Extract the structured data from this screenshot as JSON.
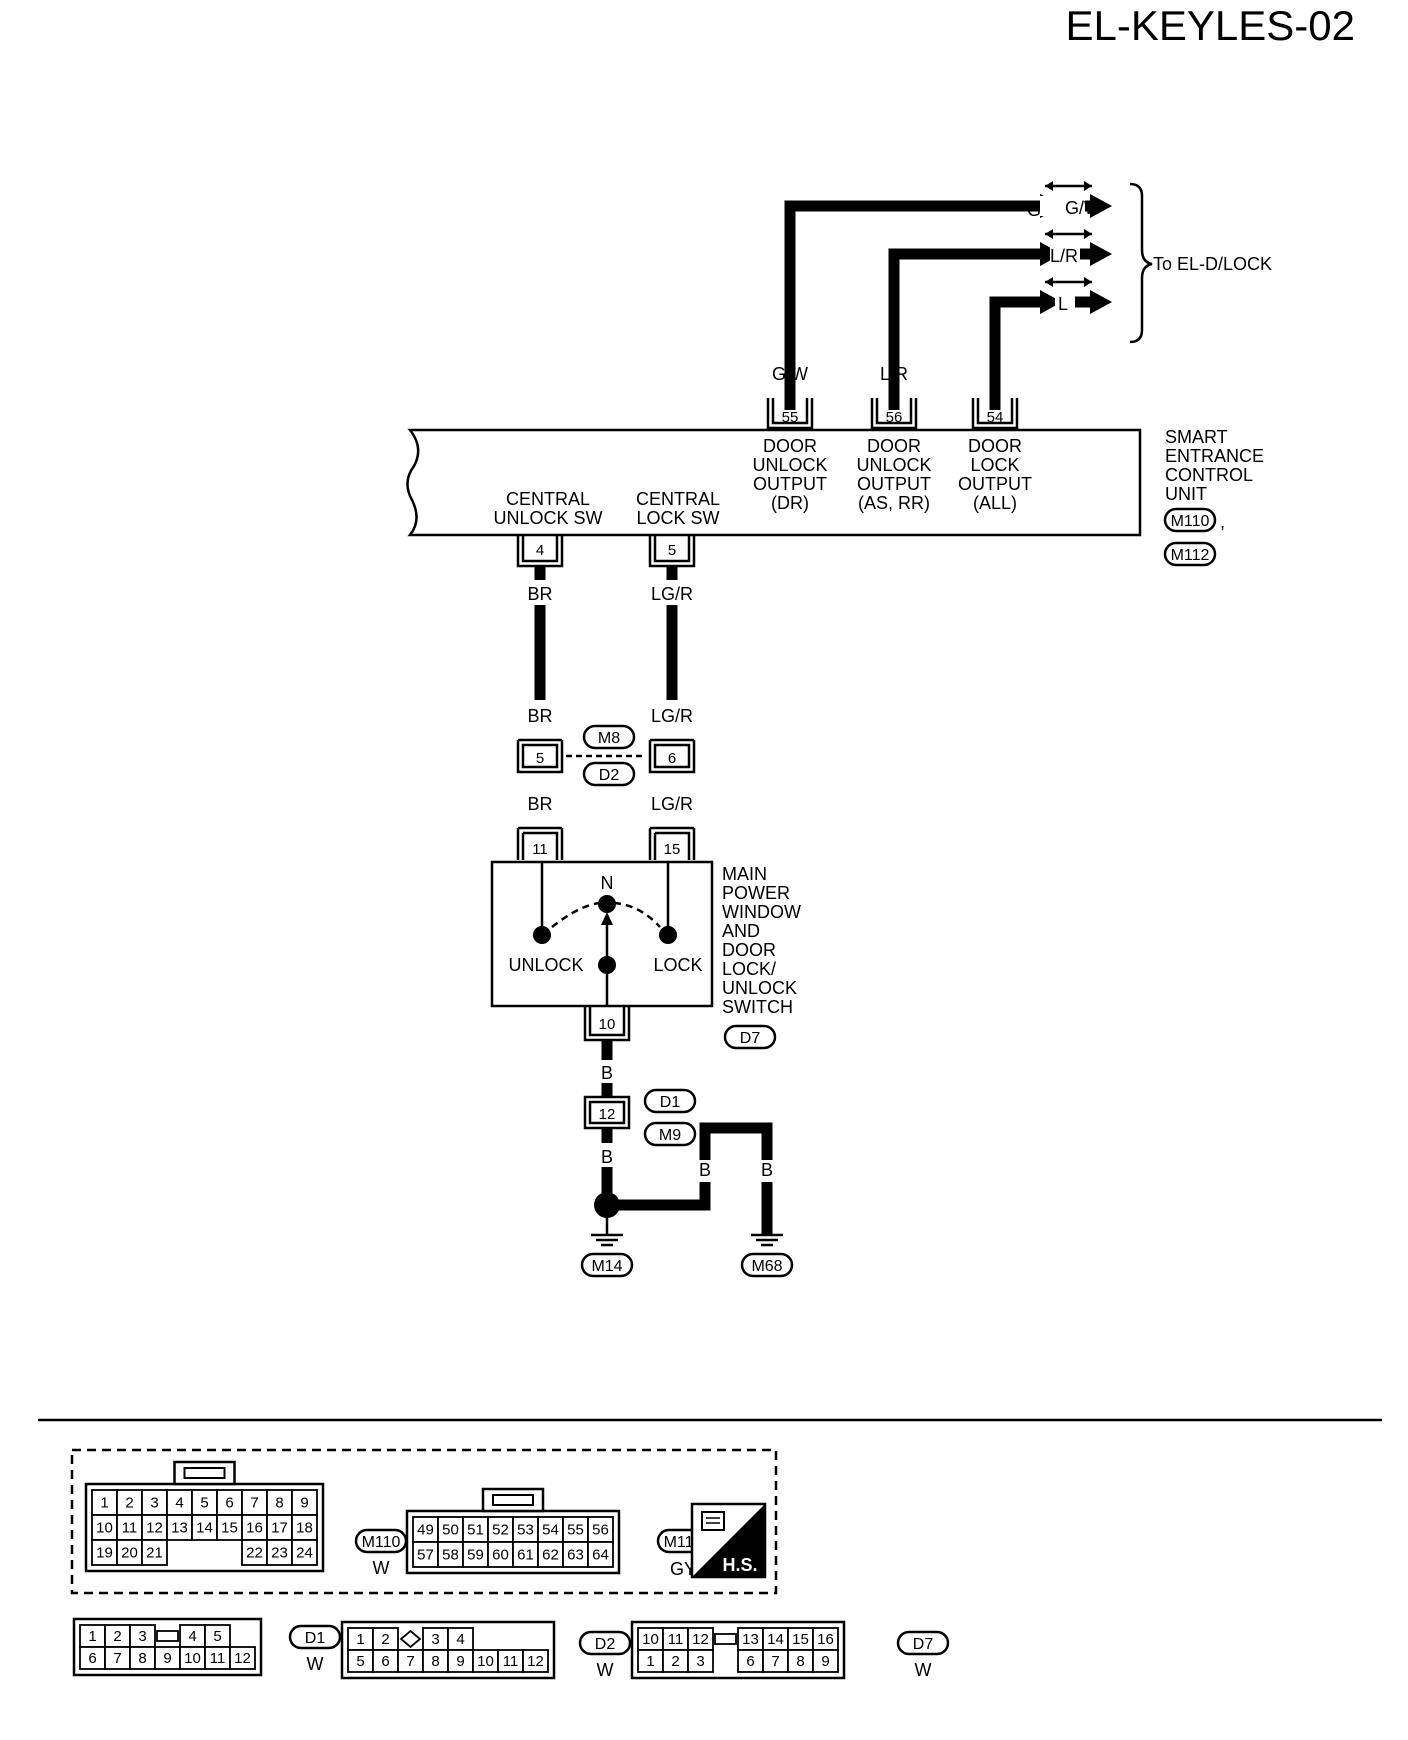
{
  "page_code": "EL-KEYLES-02",
  "destination": "To EL-D/LOCK",
  "output_wires": [
    {
      "color": "G/W",
      "pin": "55",
      "function": [
        "DOOR",
        "UNLOCK",
        "OUTPUT",
        "(DR)"
      ]
    },
    {
      "color": "L/R",
      "pin": "56",
      "function": [
        "DOOR",
        "UNLOCK",
        "OUTPUT",
        "(AS, RR)"
      ]
    },
    {
      "color": "L",
      "pin": "54",
      "function": [
        "DOOR",
        "LOCK",
        "OUTPUT",
        "(ALL)"
      ]
    }
  ],
  "control_unit": {
    "name_lines": [
      "SMART",
      "ENTRANCE",
      "CONTROL",
      "UNIT"
    ],
    "connectors": [
      "M110",
      "M112"
    ],
    "comma": ","
  },
  "input_pins": [
    {
      "label": [
        "CENTRAL",
        "UNLOCK SW"
      ],
      "pin": "4",
      "wire": "BR"
    },
    {
      "label": [
        "CENTRAL",
        "LOCK SW"
      ],
      "pin": "5",
      "wire": "LG/R"
    }
  ],
  "junction": {
    "connectors": [
      "M8",
      "D2"
    ],
    "left": {
      "upper_wire": "BR",
      "pin": "5",
      "lower_wire": "BR"
    },
    "right": {
      "upper_wire": "LG/R",
      "pin": "6",
      "lower_wire": "LG/R"
    }
  },
  "switch": {
    "name_lines": [
      "MAIN",
      "POWER",
      "WINDOW",
      "AND",
      "DOOR",
      "LOCK/",
      "UNLOCK",
      "SWITCH"
    ],
    "connector": "D7",
    "pins": {
      "unlock": "11",
      "lock": "15",
      "common": "10"
    },
    "positions": {
      "neutral": "N",
      "unlock": "UNLOCK",
      "lock": "LOCK"
    }
  },
  "ground_path": {
    "wire_upper": "B",
    "pin": "12",
    "connectors": [
      "D1",
      "M9"
    ],
    "wire_lower": "B",
    "branch_wires": [
      "B",
      "B"
    ],
    "grounds": [
      "M14",
      "M68"
    ]
  },
  "connector_views": [
    {
      "id": "M110",
      "color": "W",
      "rows": [
        [
          "1",
          "2",
          "3",
          "4",
          "5",
          "6",
          "7",
          "8",
          "9"
        ],
        [
          "10",
          "11",
          "12",
          "13",
          "14",
          "15",
          "16",
          "17",
          "18"
        ],
        [
          "19",
          "20",
          "21",
          "",
          "",
          "",
          "22",
          "23",
          "24"
        ]
      ]
    },
    {
      "id": "M112",
      "color": "GY",
      "rows": [
        [
          "49",
          "50",
          "51",
          "52",
          "53",
          "54",
          "55",
          "56"
        ],
        [
          "57",
          "58",
          "59",
          "60",
          "61",
          "62",
          "63",
          "64"
        ]
      ]
    },
    {
      "id": "D1",
      "color": "W",
      "rows": [
        [
          "1",
          "2",
          "3",
          "",
          "4",
          "5"
        ],
        [
          "6",
          "7",
          "8",
          "9",
          "10",
          "11",
          "12"
        ]
      ]
    },
    {
      "id": "D2",
      "color": "W",
      "rows": [
        [
          "1",
          "2",
          "",
          "3",
          "4"
        ],
        [
          "5",
          "6",
          "7",
          "8",
          "9",
          "10",
          "11",
          "12"
        ]
      ]
    },
    {
      "id": "D7",
      "color": "W",
      "rows": [
        [
          "10",
          "11",
          "12",
          "",
          "13",
          "14",
          "15",
          "16"
        ],
        [
          "1",
          "2",
          "3",
          "",
          "6",
          "7",
          "8",
          "9"
        ]
      ]
    }
  ],
  "harness_symbol": "H.S."
}
